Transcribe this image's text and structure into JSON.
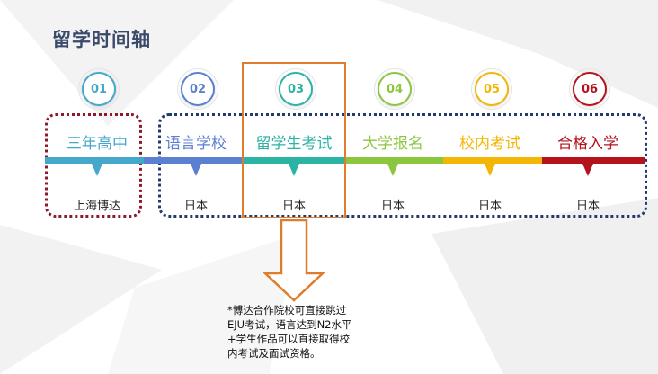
{
  "title": "留学时间轴",
  "steps": [
    {
      "num": "01",
      "label": "三年高中",
      "sub": "上海博达",
      "color": "#45a7c9"
    },
    {
      "num": "02",
      "label": "语言学校",
      "sub": "日本",
      "color": "#5b7fd1"
    },
    {
      "num": "03",
      "label": "留学生考试",
      "sub": "日本",
      "color": "#2bb3a4"
    },
    {
      "num": "04",
      "label": "大学报名",
      "sub": "日本",
      "color": "#8cc63f"
    },
    {
      "num": "05",
      "label": "校内考试",
      "sub": "日本",
      "color": "#f2b705"
    },
    {
      "num": "06",
      "label": "合格入学",
      "sub": "日本",
      "color": "#b5121b"
    }
  ],
  "note": {
    "line1": "*博达合作院校可直接跳过",
    "line2": "EJU考试，语言达到N2水平",
    "line3": "+学生作品可以直接取得校",
    "line4": "内考试及面试资格。"
  }
}
